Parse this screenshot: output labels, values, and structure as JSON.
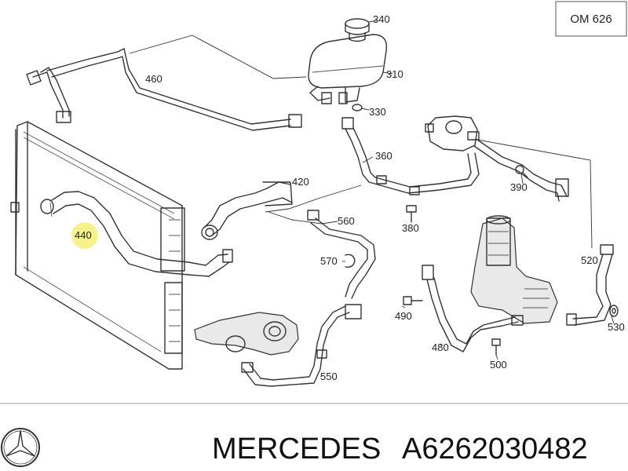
{
  "engine_ref": "OM 626",
  "callouts": {
    "c340": "340",
    "c310": "310",
    "c330": "330",
    "c460": "460",
    "c360": "360",
    "c390": "390",
    "c420": "420",
    "c440": "440",
    "c560": "560",
    "c380": "380",
    "c520": "520",
    "c570": "570",
    "c490": "490",
    "c530": "530",
    "c480": "480",
    "c500": "500",
    "c550": "550"
  },
  "footer": {
    "brand": "MERCEDES",
    "part_number": "A6262030482"
  },
  "colors": {
    "highlight": "#f5f07a",
    "line": "#333333",
    "divider": "#999999"
  }
}
